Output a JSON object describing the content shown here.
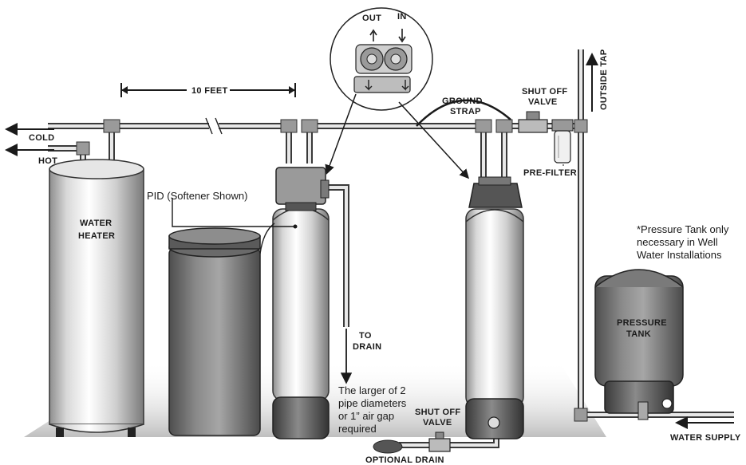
{
  "labels": {
    "out": "OUT",
    "in": "IN",
    "ten_feet": "10 FEET",
    "cold": "COLD",
    "hot": "HOT",
    "ground_strap_1": "GROUND",
    "ground_strap_2": "STRAP",
    "shut_off_valve_top_1": "SHUT OFF",
    "shut_off_valve_top_2": "VALVE",
    "outside_tap": "OUTSIDE TAP",
    "pre_filter": "PRE-FILTER",
    "pid": "PID (Softener Shown)",
    "water_heater_1": "WATER",
    "water_heater_2": "HEATER",
    "pressure_note_1": "*Pressure Tank only",
    "pressure_note_2": "necessary in Well",
    "pressure_note_3": "Water Installations",
    "pressure_tank_1": "PRESSURE",
    "pressure_tank_2": "TANK",
    "to_drain_1": "TO",
    "to_drain_2": "DRAIN",
    "air_gap_1": "The larger of 2",
    "air_gap_2": "pipe diameters",
    "air_gap_3": "or 1” air gap",
    "air_gap_4": "required",
    "shut_off_valve_bottom_1": "SHUT OFF",
    "shut_off_valve_bottom_2": "VALVE",
    "water_supply": "WATER SUPPLY",
    "optional_drain": "OPTIONAL DRAIN"
  },
  "colors": {
    "tank_light": "#f4f4f4",
    "tank_mid": "#bdbdbd",
    "tank_dark": "#6e6e6e",
    "base_dark": "#4a4a4a",
    "floor_shadow": "#cfcfcf",
    "brine_tank": "#7c7c7c",
    "ink": "#1a1a1a"
  }
}
